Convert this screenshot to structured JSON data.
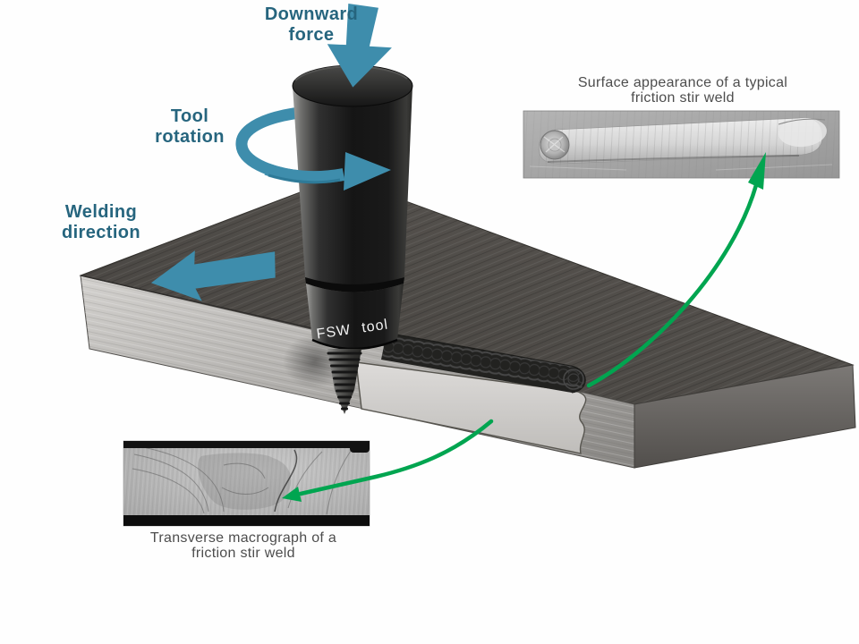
{
  "labels": {
    "downward_force": [
      "Downward",
      "force"
    ],
    "tool_rotation": [
      "Tool",
      "rotation"
    ],
    "welding_direction": [
      "Welding",
      "direction"
    ],
    "fsw_tool": "FSW tool"
  },
  "captions": {
    "surface": [
      "Surface appearance of a typical",
      "friction stir weld"
    ],
    "macrograph": [
      "Transverse macrograph of a",
      "friction stir weld"
    ]
  },
  "colors": {
    "label_teal": "#26657E",
    "arrow_teal": "#3E8DAC",
    "arrow_teal_dark": "#2B7594",
    "arrow_green": "#00A550",
    "caption_gray": "#4D4D4D",
    "tool_label_white": "#F2F2F2"
  }
}
